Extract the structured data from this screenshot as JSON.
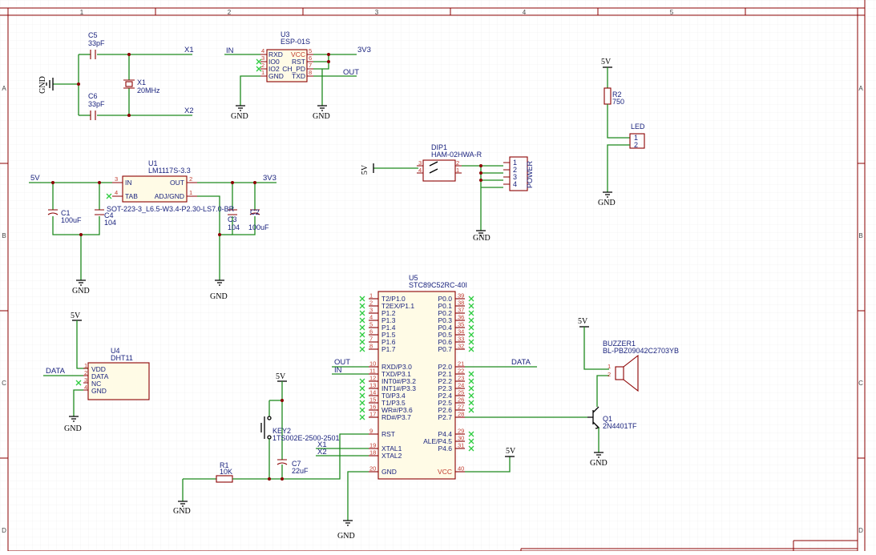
{
  "rulers": {
    "columns": [
      "1",
      "2",
      "3",
      "4",
      "5"
    ],
    "rows": [
      "A",
      "B",
      "C",
      "D"
    ]
  },
  "components": {
    "c5": {
      "ref": "C5",
      "value": "33pF"
    },
    "c6": {
      "ref": "C6",
      "value": "33pF"
    },
    "x1": {
      "ref": "X1",
      "value": "20MHz"
    },
    "u3": {
      "ref": "U3",
      "value": "ESP-01S",
      "pins_left": [
        "RXD",
        "IO0",
        "IO2",
        "GND"
      ],
      "pins_right": [
        "VCC",
        "RST",
        "CH_PD",
        "TXD"
      ],
      "nums_left": [
        "4",
        "3",
        "2",
        "1"
      ],
      "nums_right": [
        "5",
        "6",
        "7",
        "8"
      ]
    },
    "u1": {
      "ref": "U1",
      "value": "LM1117S-3.3",
      "footprint": "SOT-223-3_L6.5-W3.4-P2.30-LS7.0-BR",
      "pin_in": "IN",
      "pin_tab": "TAB",
      "pin_out": "OUT",
      "pin_adj": "ADJ/GND",
      "num_in": "3",
      "num_tab": "4",
      "num_out": "2",
      "num_adj": "1"
    },
    "c1": {
      "ref": "C1",
      "value": "100uF"
    },
    "c4": {
      "ref": "C4",
      "value": "104"
    },
    "c3": {
      "ref": "C3",
      "value": "104"
    },
    "c2": {
      "ref": "C2",
      "value": "100uF"
    },
    "dip1": {
      "ref": "DIP1",
      "value": "HAM-02HWA-R",
      "nums_left": [
        "3",
        "4"
      ],
      "nums_right": [
        "2",
        "1"
      ]
    },
    "power": {
      "name": "POWER",
      "nums": [
        "1",
        "2",
        "3",
        "4"
      ]
    },
    "r2": {
      "ref": "R2",
      "value": "750"
    },
    "led": {
      "ref": "LED",
      "nums": [
        "1",
        "2"
      ]
    },
    "u4": {
      "ref": "U4",
      "value": "DHT11",
      "pins": [
        "VDD",
        "DATA",
        "NC",
        "GND"
      ],
      "nums": [
        "1",
        "2",
        "3",
        "4"
      ]
    },
    "key2": {
      "ref": "KEY2",
      "value": "1TS002E-2500-2501"
    },
    "c7": {
      "ref": "C7",
      "value": "22uF"
    },
    "r1": {
      "ref": "R1",
      "value": "10K"
    },
    "u5": {
      "ref": "U5",
      "value": "STC89C52RC-40I",
      "left_pins": [
        {
          "num": "1",
          "name": "T2/P1.0"
        },
        {
          "num": "2",
          "name": "T2EX/P1.1"
        },
        {
          "num": "3",
          "name": "P1.2"
        },
        {
          "num": "4",
          "name": "P1.3"
        },
        {
          "num": "5",
          "name": "P1.4"
        },
        {
          "num": "6",
          "name": "P1.5"
        },
        {
          "num": "7",
          "name": "P1.6"
        },
        {
          "num": "8",
          "name": "P1.7"
        },
        {
          "num": "10",
          "name": "RXD/P3.0"
        },
        {
          "num": "11",
          "name": "TXD/P3.1"
        },
        {
          "num": "12",
          "name": "INT0#/P3.2"
        },
        {
          "num": "13",
          "name": "INT1#/P3.3"
        },
        {
          "num": "14",
          "name": "T0/P3.4"
        },
        {
          "num": "15",
          "name": "T1/P3.5"
        },
        {
          "num": "16",
          "name": "WR#/P3.6"
        },
        {
          "num": "17",
          "name": "RD#/P3.7"
        },
        {
          "num": "9",
          "name": "RST"
        },
        {
          "num": "19",
          "name": "XTAL1"
        },
        {
          "num": "18",
          "name": "XTAL2"
        },
        {
          "num": "20",
          "name": "GND"
        }
      ],
      "right_pins": [
        {
          "num": "39",
          "name": "P0.0"
        },
        {
          "num": "38",
          "name": "P0.1"
        },
        {
          "num": "37",
          "name": "P0.2"
        },
        {
          "num": "36",
          "name": "P0.3"
        },
        {
          "num": "35",
          "name": "P0.4"
        },
        {
          "num": "34",
          "name": "P0.5"
        },
        {
          "num": "33",
          "name": "P0.6"
        },
        {
          "num": "32",
          "name": "P0.7"
        },
        {
          "num": "21",
          "name": "P2.0"
        },
        {
          "num": "22",
          "name": "P2.1"
        },
        {
          "num": "23",
          "name": "P2.2"
        },
        {
          "num": "24",
          "name": "P2.3"
        },
        {
          "num": "25",
          "name": "P2.4"
        },
        {
          "num": "26",
          "name": "P2.5"
        },
        {
          "num": "27",
          "name": "P2.6"
        },
        {
          "num": "28",
          "name": "P2.7"
        },
        {
          "num": "29",
          "name": "P4.4"
        },
        {
          "num": "30",
          "name": "ALE/P4.5"
        },
        {
          "num": "31",
          "name": "P4.6"
        },
        {
          "num": "40",
          "name": "VCC"
        }
      ]
    },
    "buzzer1": {
      "ref": "BUZZER1",
      "value": "BL-PBZ09042C2703YB",
      "nums": [
        "1",
        "2"
      ]
    },
    "q1": {
      "ref": "Q1",
      "value": "2N4401TF"
    }
  },
  "nets": {
    "x1": "X1",
    "x2": "X2",
    "in": "IN",
    "out": "OUT",
    "data": "DATA",
    "v33": "3V3",
    "v5": "5V",
    "gnd": "GND"
  }
}
